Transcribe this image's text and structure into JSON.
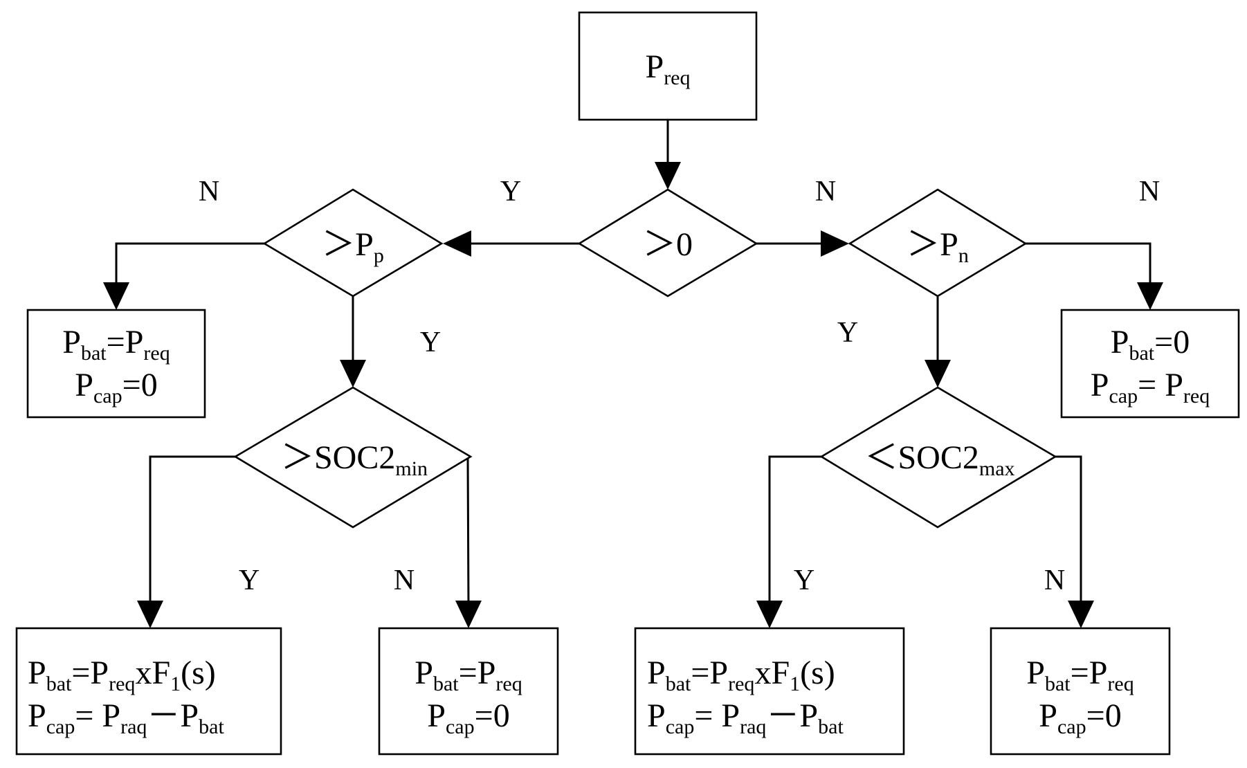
{
  "nodes": {
    "start": {
      "main": "P",
      "sub": "req"
    },
    "d_zero": {
      "pre": "＞",
      "main": "0"
    },
    "d_pp": {
      "pre": "＞",
      "main": "P",
      "sub": "p"
    },
    "d_pn": {
      "pre": "＞",
      "main": "P",
      "sub": "n"
    },
    "d_socmin": {
      "pre": "＞",
      "main": "SOC2",
      "sub": "min"
    },
    "d_socmax": {
      "pre": "＜",
      "main": "SOC2",
      "sub": "max"
    },
    "box_ll": {
      "line1": {
        "a": "P",
        "as": "bat",
        "b": "=P",
        "bs": "req"
      },
      "line2": {
        "a": "P",
        "as": "cap",
        "b": "=0"
      }
    },
    "box_rr": {
      "line1": {
        "a": "P",
        "as": "bat",
        "b": "=0"
      },
      "line2": {
        "a": "P",
        "as": "cap",
        "b": "= P",
        "bs": "req"
      }
    },
    "box_b1": {
      "line1": {
        "a": "P",
        "as": "bat",
        "b": "=P",
        "bs": "req",
        "c": "xF",
        "cs": "1",
        "d": "(s)"
      },
      "line2": {
        "a": "P",
        "as": "cap",
        "b": "= P",
        "bs": "raq",
        "c": "－P",
        "cs": "bat"
      }
    },
    "box_b2": {
      "line1": {
        "a": "P",
        "as": "bat",
        "b": "=P",
        "bs": "req"
      },
      "line2": {
        "a": "P",
        "as": "cap",
        "b": "=0"
      }
    },
    "box_b3": {
      "line1": {
        "a": "P",
        "as": "bat",
        "b": "=P",
        "bs": "req",
        "c": "xF",
        "cs": "1",
        "d": "(s)"
      },
      "line2": {
        "a": "P",
        "as": "cap",
        "b": "= P",
        "bs": "raq",
        "c": "－P",
        "cs": "bat"
      }
    },
    "box_b4": {
      "line1": {
        "a": "P",
        "as": "bat",
        "b": "=P",
        "bs": "req"
      },
      "line2": {
        "a": "P",
        "as": "cap",
        "b": "=0"
      }
    }
  },
  "edge_labels": {
    "zero_yes": "Y",
    "zero_no": "N",
    "pp_no": "N",
    "pp_yes": "Y",
    "pn_yes": "Y",
    "pn_no": "N",
    "socmin_yes": "Y",
    "socmin_no": "N",
    "socmax_yes": "Y",
    "socmax_no": "N"
  }
}
